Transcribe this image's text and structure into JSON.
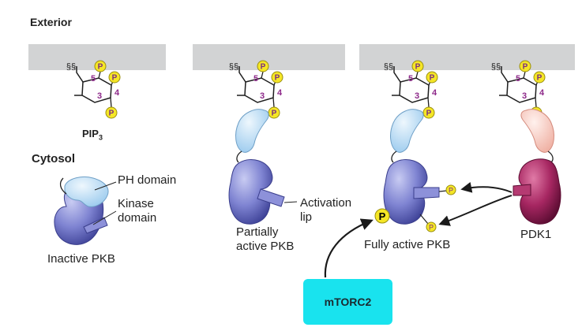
{
  "labels": {
    "exterior": "Exterior",
    "cytosol": "Cytosol",
    "pip3": "PIP",
    "pip3_sub": "3",
    "ph_domain": "PH domain",
    "kinase_domain": [
      "Kinase",
      "domain"
    ],
    "inactive_pkb": "Inactive PKB",
    "activation_lip": [
      "Activation",
      "lip"
    ],
    "partially_active_pkb": [
      "Partially",
      "active PKB"
    ],
    "fully_active_pkb": "Fully active PKB",
    "pdk1": "PDK1",
    "mtorc2": "mTORC2"
  },
  "ring": {
    "p_label": "P",
    "pos5": "5",
    "pos3": "3",
    "pos4": "4",
    "lipid_glyph": "§§"
  },
  "colors": {
    "membrane": "#d2d3d4",
    "phosphate": "#f5e626",
    "phosphate_text": "#7b2f7f",
    "ring_numbers": "#8e2a8a",
    "pkb_kinase": "#6e72c6",
    "ph_domain": "#b9dcf5",
    "pdk1_kinase": "#9c1f5a",
    "pdk1_ph": "#f5c7bd",
    "mtorc2_box": "#19e3ee"
  }
}
